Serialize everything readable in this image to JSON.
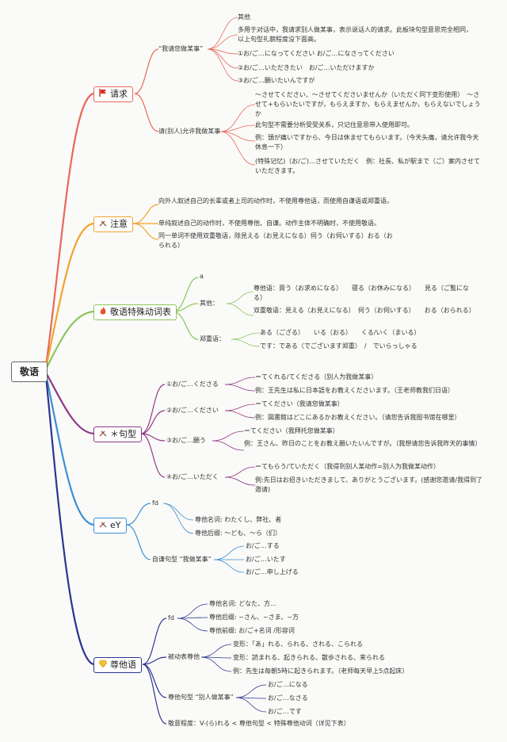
{
  "root": "敬语",
  "branches": {
    "b1": {
      "label": "请求",
      "color": "#e8685a",
      "icon": "flag-icon",
      "sub1": "“我请您做某事”",
      "s1": [
        "其他",
        "多用于对话中，我请求别人做某事，表示说话人的请求。此板块句型意思完全相同，以上句型礼貌程度没下面高。",
        "①お/ご…になってください お/ご…になさってください",
        "②お/ご…いただきたい　お/ご…いただけますか",
        "③お/ご…願いたいんですが"
      ],
      "sub2": "请(别人)允许我做某事",
      "s2": [
        "～させてください、～させてくださいませんか（いただく同下变形使用）　～させて+もらいたいですが，もらえますか，もらえませんか，もらえないでしょうか",
        "此句型不需要分析受受关系，只记住意思带入使用即可。",
        "例：頭が痛いですから、今日は休ませてもらいます。（今天头痛，请允许我今天休息一下）",
        "(特殊记忆)（お/ご)…させていただく　例：社長、私が駅まで（ご）案内させていただきます。"
      ]
    },
    "b2": {
      "label": "注意",
      "color": "#f2a32c",
      "icon": "tool-icon",
      "items": [
        "向外人叙述自己的长辈或者上司的动作时，不使用尊他语，而使用自谦语或郑重语。",
        "单纯叙述自己的动作时，不使用尊他、自谦。动作主体不明确时，不使用敬语。",
        "同一单词不使用双重敬语，除見える（お見えになる）伺う（お伺いする）おる（おられる）"
      ]
    },
    "b3": {
      "label": "敬语特殊动词表",
      "color": "#8cc65a",
      "icon": "flame-icon",
      "a": "a",
      "other": "其他：",
      "o": [
        "尊他语：買う（お求めになる）　　寝る（お休みになる）　　見る（ご覧になる）",
        "双重敬语：見える（お見えになる）　伺う（お伺いする）　　おる（おられる）"
      ],
      "zz": "郑重语：",
      "z": [
        "ある（ござる）　　いる（おる）　　くる/いく（まいる）",
        "です：である（でございます郑重）　/　でいらっしゃる"
      ]
    },
    "b4": {
      "label": "＊句型",
      "color": "#8e3a87",
      "icon": "tool-icon",
      "p1": "①お/ご…くださる",
      "p1i": [
        "＝てくれる/てくださる（别人为我做某事）",
        "例：王先生は私に日本語をお教えくださいます。（王老师教我们日语）"
      ],
      "p2": "②お/ご…ください",
      "p2i": [
        "＝てください（我请您做某事）",
        "例：図書館はどこにあるかお教えください。（请您告诉我图书馆在哪里）"
      ],
      "p3": "③お/ご…願う",
      "p3i": [
        "＝てください（我拜托您做某事）",
        "例：王さん、昨日のことをお教え願いたいんですが。（我想请您告诉我昨天的事情）"
      ],
      "p4": "④お/ご…いただく",
      "p4i": [
        "＝てもらう/ていただく（我得到别人某动作=别人为我做某动作）",
        "例:先日はお招きいただきまして、ありがとうございます。(感谢您邀请/我得到了邀请)"
      ]
    },
    "b5": {
      "label": "eY",
      "color": "#3b8fd4",
      "icon": "tool-icon",
      "fd": "fd",
      "fdi": [
        "尊他名词: わたくし、弊社、者",
        "尊他后缀: ～ども、～ら（们）"
      ],
      "j": "自谦句型 “我做某事”",
      "ji": [
        "お/ご…する",
        "お/ご…いたす",
        "お/ご…申し上げる"
      ]
    },
    "b6": {
      "label": "尊他语",
      "color": "#2c3590",
      "icon": "gem-icon",
      "fd": "fd",
      "fdi": [
        "尊他名词: どなた、方...",
        "尊他后缀: ~さん、~さま、~方",
        "尊他前缀: お/ご+名词 /形容词"
      ],
      "bd": "被动表尊他",
      "bdi": [
        "变形：「あ」れる、られる、される、こられる",
        "变形：読まれる、起きられる、散歩される、来られる",
        "例：先生は毎朝5時に起きられます。（老师每天早上5点起床）"
      ],
      "zt": "尊他句型 “别人做某事”",
      "zti": [
        "お/ご…になる",
        "お/ご…なさる",
        "お/ご…です"
      ],
      "last": "敬意程度：V-(ら)れる < 尊他句型 < 特殊尊他动词（详见下表）"
    }
  }
}
